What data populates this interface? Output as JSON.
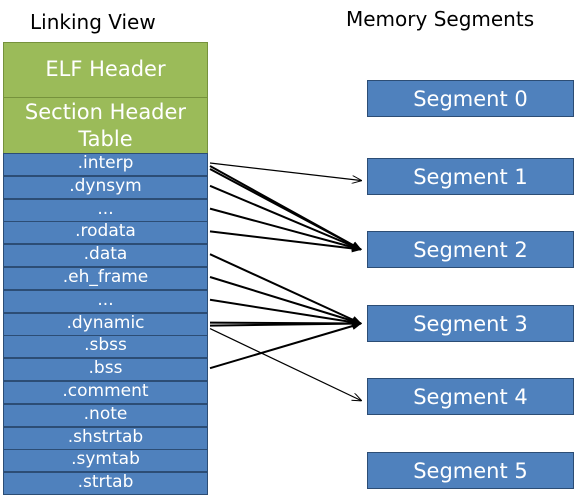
{
  "titles": {
    "linking_view": "Linking View",
    "memory_segments": "Memory Segments"
  },
  "header_blocks": {
    "elf_header": "ELF Header",
    "section_header_line1": "Section Header",
    "section_header_line2": "Table"
  },
  "sections": [
    ".interp",
    ".dynsym",
    "...",
    ".rodata",
    ".data",
    ".eh_frame",
    "...",
    ".dynamic",
    ".sbss",
    ".bss",
    ".comment",
    ".note",
    ".shstrtab",
    ".symtab",
    ".strtab"
  ],
  "segments": [
    "Segment 0",
    "Segment 1",
    "Segment 2",
    "Segment 3",
    "Segment 4",
    "Segment 5"
  ],
  "mappings": [
    {
      "section": 0,
      "segment": 1
    },
    {
      "section": 0,
      "segment": 2
    },
    {
      "section": 0,
      "segment": 2
    },
    {
      "section": 1,
      "segment": 2
    },
    {
      "section": 2,
      "segment": 2
    },
    {
      "section": 3,
      "segment": 2
    },
    {
      "section": 4,
      "segment": 3
    },
    {
      "section": 5,
      "segment": 3
    },
    {
      "section": 6,
      "segment": 3
    },
    {
      "section": 7,
      "segment": 3
    },
    {
      "section": 7,
      "segment": 3
    },
    {
      "section": 7,
      "segment": 4
    },
    {
      "section": 9,
      "segment": 3
    }
  ],
  "colors": {
    "header_fill": "#9bbb59",
    "section_fill": "#4f81bd",
    "segment_fill": "#4f81bd",
    "arrow": "#000000"
  }
}
